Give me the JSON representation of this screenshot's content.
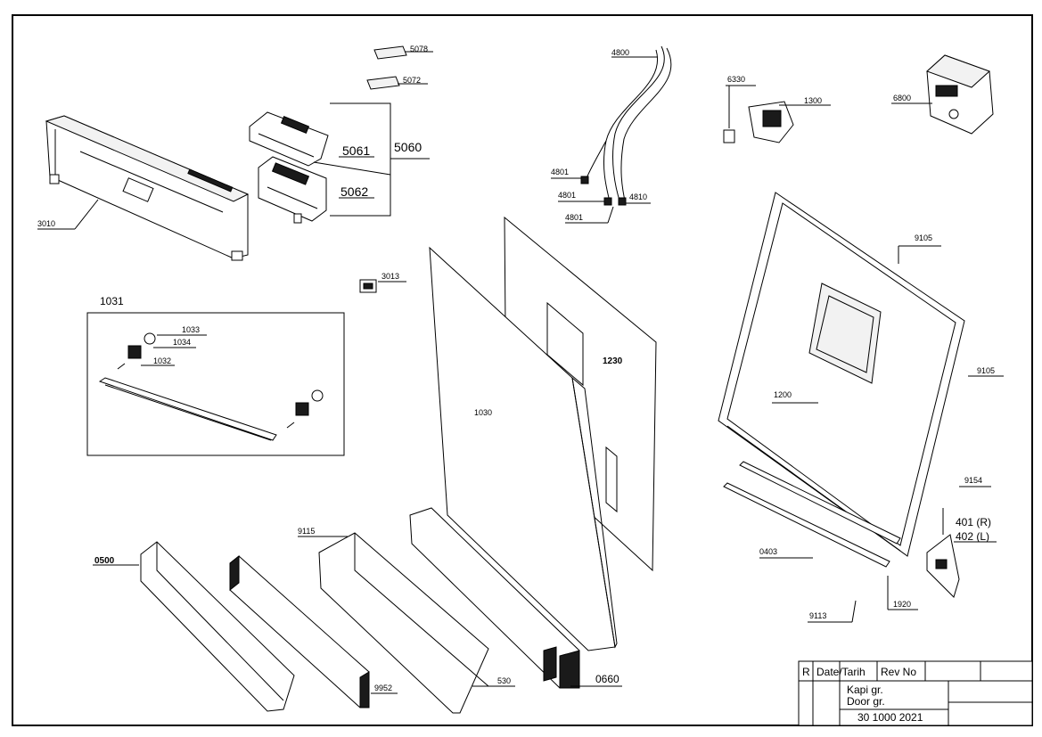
{
  "callouts": {
    "p5078": "5078",
    "p5072": "5072",
    "p5061": "5061",
    "p5060": "5060",
    "p5062": "5062",
    "p3010": "3010",
    "p3013": "3013",
    "p1031": "1031",
    "p1033": "1033",
    "p1034": "1034",
    "p1032": "1032",
    "p4800": "4800",
    "p4801a": "4801",
    "p4801b": "4801",
    "p4801c": "4801",
    "p4810": "4810",
    "p6330": "6330",
    "p1300": "1300",
    "p6800": "6800",
    "p9105a": "9105",
    "p9105b": "9105",
    "p1230": "1230",
    "p1030": "1030",
    "p1200": "1200",
    "p9154": "9154",
    "p401": "401 (R)",
    "p402": "402 (L)",
    "p0403": "0403",
    "p1920": "1920",
    "p9113": "9113",
    "p9115": "9115",
    "p0500": "0500",
    "p9952": "9952",
    "p530": "530",
    "p0660": "0660"
  },
  "title_block": {
    "r": "R",
    "date_header": "Date/Tarih",
    "rev_header": "Rev No",
    "title_tr": "Kapi gr.",
    "title_en": "Door gr.",
    "drawing_no": "30 1000 2021"
  }
}
